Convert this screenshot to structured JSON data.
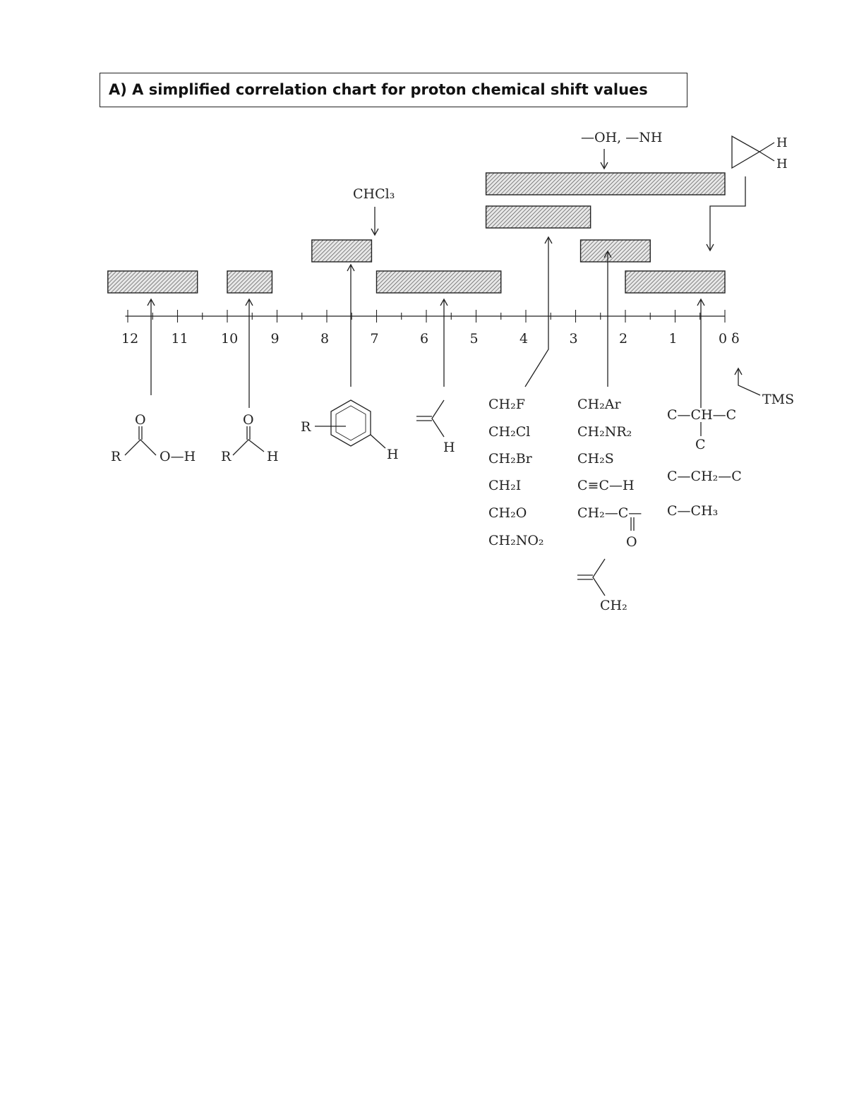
{
  "title": "A) A simplified correlation chart for proton chemical shift values",
  "chart_data": {
    "type": "diagram",
    "axis": {
      "min": 0,
      "max": 12,
      "reversed": true,
      "ticks": [
        "12",
        "11",
        "10",
        "9",
        "8",
        "7",
        "6",
        "5",
        "4",
        "3",
        "2",
        "1",
        "0 δ"
      ],
      "unit_label": "δ"
    },
    "ranges": [
      {
        "label": "carboxylic acid",
        "from": 12.4,
        "to": 10.6,
        "row": 0
      },
      {
        "label": "aldehyde",
        "from": 10.0,
        "to": 9.1,
        "row": 0
      },
      {
        "label": "CHCl3 / aromatic",
        "from": 8.3,
        "to": 7.1,
        "row": 1
      },
      {
        "label": "alkene",
        "from": 7.0,
        "to": 4.5,
        "row": 0
      },
      {
        "label": "–OH, –NH",
        "from": 4.8,
        "to": 0.0,
        "row": 3
      },
      {
        "label": "CH2X",
        "from": 4.8,
        "to": 2.7,
        "row": 2
      },
      {
        "label": "CH2Ar etc.",
        "from": 2.9,
        "to": 1.5,
        "row": 1
      },
      {
        "label": "alkyl",
        "from": 2.0,
        "to": 0.0,
        "row": 0
      }
    ],
    "labels": {
      "chcl3": "CHCl₃",
      "oh_nh": "—OH, —NH",
      "tms": "TMS",
      "h": "H",
      "r": "R",
      "o": "O",
      "oh_h": "O—H",
      "ch2x": [
        "CH₂F",
        "CH₂Cl",
        "CH₂Br",
        "CH₂I",
        "CH₂O",
        "CH₂NO₂"
      ],
      "ch2y": [
        "CH₂Ar",
        "CH₂NR₂",
        "CH₂S",
        "C≡C—H",
        "CH₂—C—"
      ],
      "alkyl": [
        "C—CH—C",
        "C",
        "C—CH₂—C",
        "C—CH₃"
      ],
      "ch2": "CH₂"
    }
  }
}
